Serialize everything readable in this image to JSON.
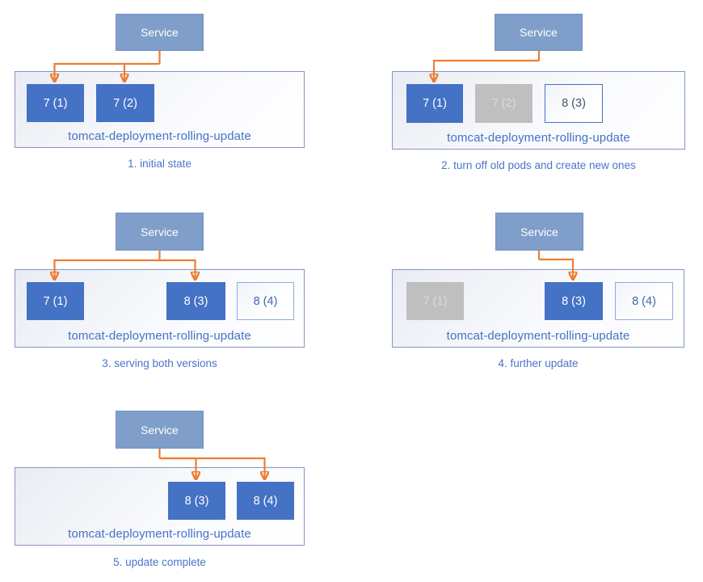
{
  "colors": {
    "accent_blue": "#4472C4",
    "service_fill": "#7F9EC9",
    "terminated_gray": "#BFBFBF",
    "new_pod_border": "#8FAADB",
    "arrow_orange": "#ED7D31"
  },
  "panels": [
    {
      "caption": "1. initial state",
      "service_label": "Service",
      "deployment_label": "tomcat-deployment-rolling-update",
      "pods": [
        {
          "label": "7 (1)",
          "state": "active"
        },
        {
          "label": "7 (2)",
          "state": "active"
        }
      ]
    },
    {
      "caption": "2. turn off old pods and create new ones",
      "service_label": "Service",
      "deployment_label": "tomcat-deployment-rolling-update",
      "pods": [
        {
          "label": "7 (1)",
          "state": "active"
        },
        {
          "label": "7 (2)",
          "state": "terminated"
        },
        {
          "label": "8 (3)",
          "state": "new"
        }
      ]
    },
    {
      "caption": "3. serving both versions",
      "service_label": "Service",
      "deployment_label": "tomcat-deployment-rolling-update",
      "pods": [
        {
          "label": "7 (1)",
          "state": "active"
        },
        {
          "label": "8 (3)",
          "state": "active"
        },
        {
          "label": "8 (4)",
          "state": "new"
        }
      ]
    },
    {
      "caption": "4. further update",
      "service_label": "Service",
      "deployment_label": "tomcat-deployment-rolling-update",
      "pods": [
        {
          "label": "7 (1)",
          "state": "terminated"
        },
        {
          "label": "8 (3)",
          "state": "active"
        },
        {
          "label": "8 (4)",
          "state": "new"
        }
      ]
    },
    {
      "caption": "5. update complete",
      "service_label": "Service",
      "deployment_label": "tomcat-deployment-rolling-update",
      "pods": [
        {
          "label": "8 (3)",
          "state": "active"
        },
        {
          "label": "8 (4)",
          "state": "active"
        }
      ]
    }
  ]
}
